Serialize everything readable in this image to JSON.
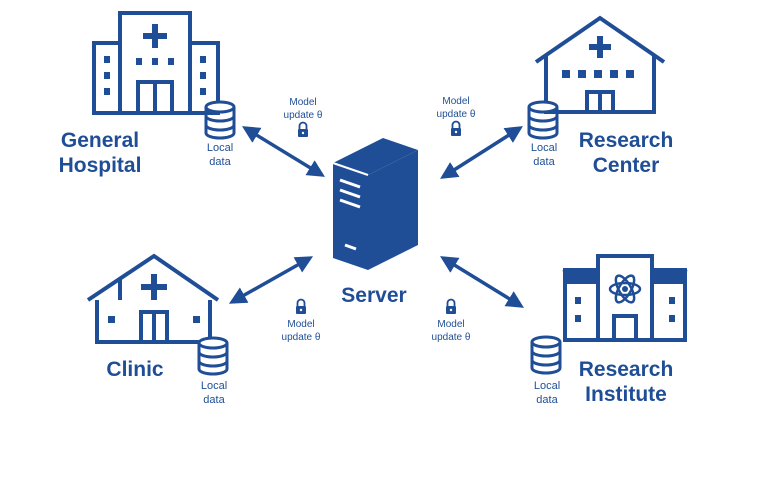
{
  "colors": {
    "primary": "#1f4e96",
    "background": "#ffffff"
  },
  "server": {
    "label": "Server",
    "icon": "server-tower-icon"
  },
  "nodes": {
    "general_hospital": {
      "name_line1": "General",
      "name_line2": "Hospital",
      "icon": "hospital-building-icon"
    },
    "research_center": {
      "name_line1": "Research",
      "name_line2": "Center",
      "icon": "research-center-building-icon"
    },
    "clinic": {
      "name_line1": "Clinic",
      "icon": "clinic-house-icon"
    },
    "research_institute": {
      "name_line1": "Research",
      "name_line2": "Institute",
      "icon": "research-institute-atom-icon"
    }
  },
  "local_data": {
    "line1": "Local",
    "line2": "data",
    "icon": "database-icon"
  },
  "model_update": {
    "line1": "Model",
    "line2": "update θ",
    "icon": "lock-icon"
  }
}
